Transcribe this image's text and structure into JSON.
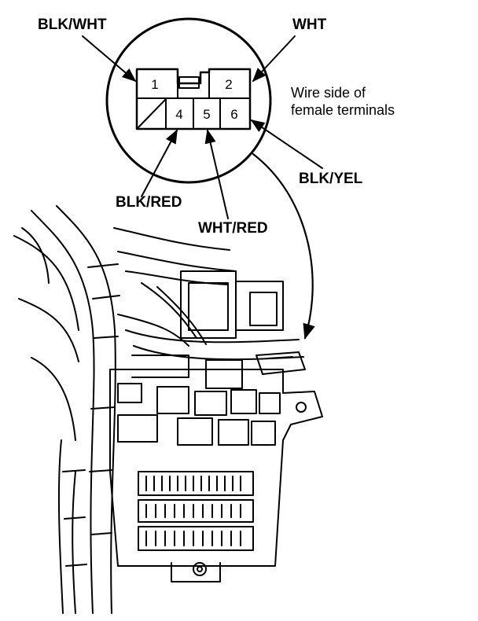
{
  "callouts": {
    "blk_wht": "BLK/WHT",
    "wht": "WHT",
    "blk_red": "BLK/RED",
    "wht_red": "WHT/RED",
    "blk_yel": "BLK/YEL",
    "note_line1": "Wire side of",
    "note_line2": "female terminals"
  },
  "connector": {
    "pins": [
      "1",
      "2",
      "4",
      "5",
      "6"
    ]
  }
}
